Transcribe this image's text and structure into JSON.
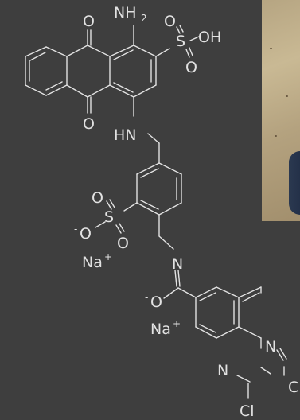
{
  "labels": {
    "o_top": "O",
    "o_bottom": "O",
    "amine": "NH",
    "amine_h": "2",
    "s_top": "S",
    "s_o1": "O",
    "s_o2": "O",
    "oh": "OH",
    "nh_link": "HN",
    "s_mid": "S",
    "s_mid_o1": "O",
    "s_mid_o2": "O",
    "o_minus_1": "O",
    "minus_1": "-",
    "na_1": "Na",
    "na_1_charge": "+",
    "n_imine": "N",
    "o_minus_2": "O",
    "minus_2": "-",
    "na_2": "Na",
    "na_2_charge": "+",
    "n_quin_1": "N",
    "n_quin_2": "N",
    "cl_1": "Cl",
    "cl_2": "C"
  },
  "colors": {
    "background": "#3e3e3e",
    "ink": "#e2e2e2"
  }
}
